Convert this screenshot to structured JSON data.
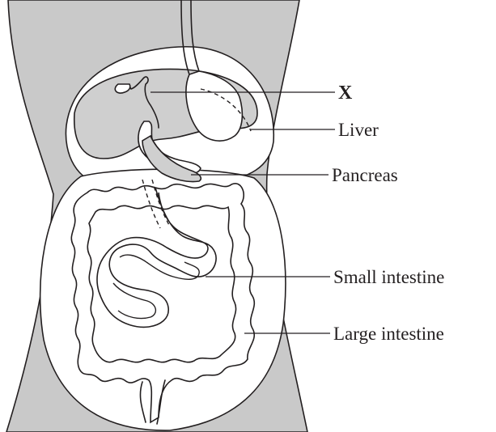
{
  "diagram": {
    "labels": {
      "x": "X",
      "liver": "Liver",
      "pancreas": "Pancreas",
      "small_intestine": "Small intestine",
      "large_intestine": "Large intestine"
    },
    "colors": {
      "body_fill": "#c9c9c9",
      "organ_fill": "#cfcfcf",
      "cavity_fill": "#ffffff",
      "line": "#231f20"
    }
  }
}
